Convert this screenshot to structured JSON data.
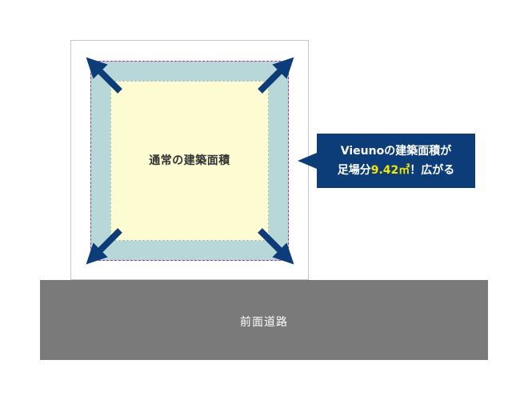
{
  "diagram": {
    "normal_area_label": "通常の建築面積",
    "callout": {
      "line1": "Vieunoの建築面積が",
      "line2_prefix": "足場分",
      "line2_highlight": "9.42㎡",
      "line2_suffix": "！広がる"
    },
    "road_label": "前面道路"
  },
  "colors": {
    "expanded_area": "#b7d7d8",
    "normal_area": "#fdfbd2",
    "dashed_outline": "#b0309a",
    "callout_bg": "#0d3d78",
    "highlight": "#f2e600",
    "road": "#7a7a7a",
    "arrow": "#0d3d78"
  }
}
